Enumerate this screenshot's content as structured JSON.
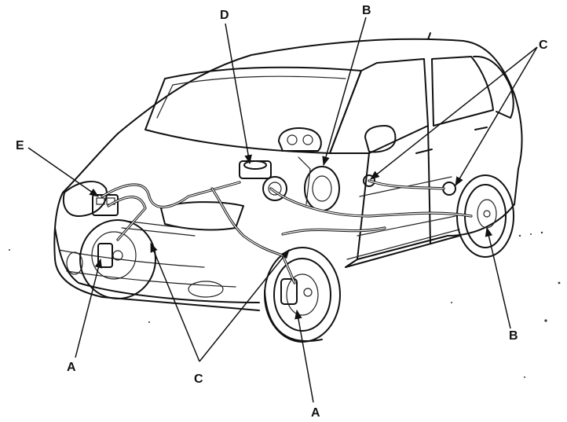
{
  "callouts": {
    "a_front_left": "A",
    "a_front_right": "A",
    "b_top": "B",
    "b_rear": "B",
    "c_top": "C",
    "c_bottom": "C",
    "d_top": "D",
    "e_left": "E"
  },
  "colors": {
    "ink": "#111111",
    "background": "#ffffff"
  }
}
